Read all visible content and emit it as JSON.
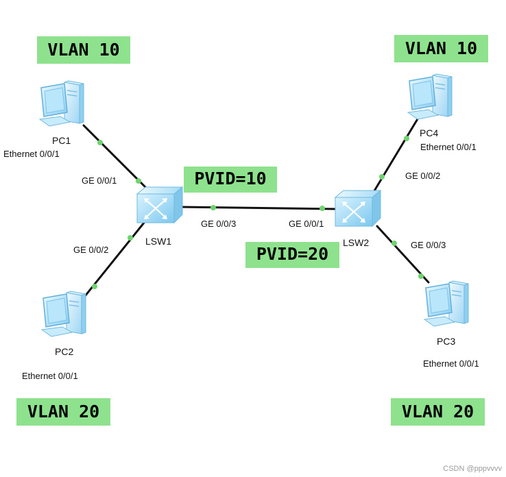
{
  "vlan_labels": {
    "top_left": "VLAN 10",
    "top_right": "VLAN 10",
    "bottom_left": "VLAN 20",
    "bottom_right": "VLAN 20"
  },
  "pvid_labels": {
    "upper": "PVID=10",
    "lower": "PVID=20"
  },
  "devices": {
    "pc1": "PC1",
    "pc2": "PC2",
    "pc3": "PC3",
    "pc4": "PC4",
    "lsw1": "LSW1",
    "lsw2": "LSW2"
  },
  "ports": {
    "pc1_eth": "Ethernet 0/0/1",
    "pc2_eth": "Ethernet 0/0/1",
    "pc3_eth": "Ethernet 0/0/1",
    "pc4_eth": "Ethernet 0/0/1",
    "lsw1_ge1": "GE 0/0/1",
    "lsw1_ge2": "GE 0/0/2",
    "lsw1_ge3": "GE 0/0/3",
    "lsw2_ge1": "GE 0/0/1",
    "lsw2_ge2": "GE 0/0/2",
    "lsw2_ge3": "GE 0/0/3"
  },
  "watermark": "CSDN @pppvvvv",
  "colors": {
    "label_bg": "#8ee28e",
    "link": "#111111",
    "port_dot": "#6fd36f",
    "switch_blue": "#8fd2f2",
    "pc_blue": "#bfe6fa"
  }
}
